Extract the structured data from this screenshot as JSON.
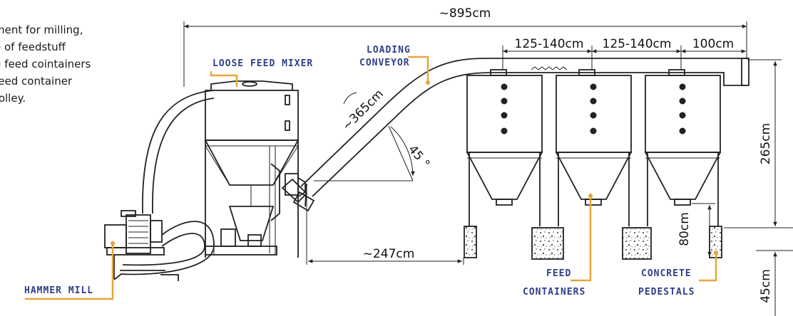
{
  "description_lines": [
    "ment for milling,",
    "e of feedstuff",
    "g feed cointainers",
    "feed container",
    "rolley."
  ],
  "labels": {
    "loose_feed_mixer": "LOOSE FEED MIXER",
    "loading_conveyor_1": "LOADING",
    "loading_conveyor_2": "CONVEYOR",
    "hammer_mill": "HAMMER MILL",
    "feed_containers_1": "FEED",
    "feed_containers_2": "CONTAINERS",
    "concrete_pedestals_1": "CONCRETE",
    "concrete_pedestals_2": "PEDESTALS"
  },
  "dimensions": {
    "total_length": "~895cm",
    "spacing_1": "125-140cm",
    "spacing_2": "125-140cm",
    "spacing_3": "100cm",
    "conveyor_length": "~365cm",
    "angle": "45 °",
    "height_total": "265cm",
    "pedestal_height": "80cm",
    "base_height": "45cm",
    "horizontal_distance": "~247cm"
  },
  "colors": {
    "label_text": "#2f3f86",
    "leader_lines": "#e8a33d",
    "line_art": "#222222"
  }
}
